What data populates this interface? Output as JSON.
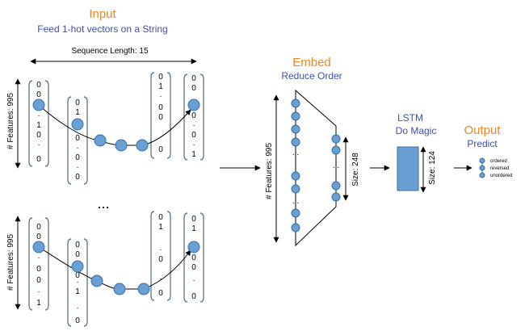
{
  "input": {
    "title": "Input",
    "subtitle": "Feed 1-hot vectors on a String",
    "seq_length_label": "Sequence Length: 15",
    "features_label": "# Features: 995",
    "rows_ellipsis": "...",
    "top_vectors": [
      [
        "0",
        "0",
        "1",
        "·",
        "1",
        "0",
        "·",
        "0"
      ],
      [
        "0",
        "1",
        "0",
        "·",
        "0",
        "0",
        "·",
        "0"
      ],
      [
        "0",
        "1",
        "·",
        "0",
        "0",
        "·",
        "0"
      ],
      [
        "0",
        "0",
        "0",
        "·",
        "0",
        "·",
        "1"
      ]
    ],
    "bottom_vectors": [
      [
        "0",
        "0",
        "1",
        "·",
        "0",
        "0",
        "·",
        "1"
      ],
      [
        "0",
        "0",
        "0",
        "·",
        "1",
        "·",
        "0"
      ],
      [
        "0",
        "1",
        "·",
        "0",
        "·",
        "0"
      ],
      [
        "0",
        "1",
        "0",
        "0",
        "·",
        "0"
      ]
    ]
  },
  "embed": {
    "title": "Embed",
    "subtitle": "Reduce Order",
    "features_label": "# Features: 995",
    "size_label": "Size: 248"
  },
  "lstm": {
    "title": "LSTM",
    "subtitle": "Do Magic",
    "size_label": "Size: 124"
  },
  "output": {
    "title": "Output",
    "subtitle": "Predict",
    "legend": [
      "ordered",
      "reversed",
      "unordered"
    ]
  },
  "colors": {
    "title": "#e8862a",
    "subtitle": "#3f4fb0",
    "node": "#6a9fd4",
    "lstm_box": "#6a9fd4"
  }
}
